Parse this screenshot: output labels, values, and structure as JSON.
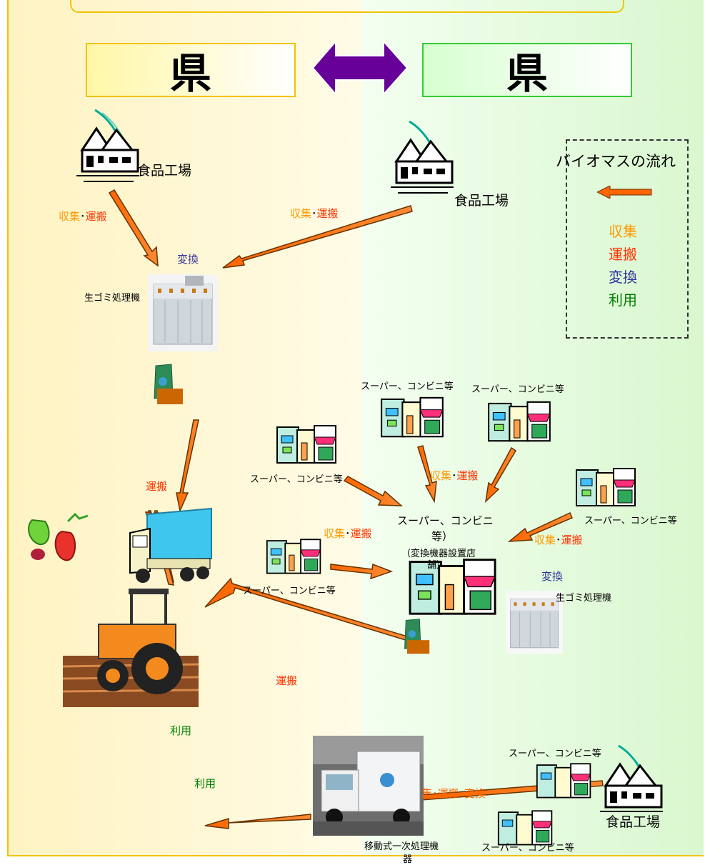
{
  "prefectures": {
    "left": "県",
    "right": "県"
  },
  "legend": {
    "title": "バイオマスの流れ",
    "items": [
      {
        "label": "収集",
        "color": "#ff9900"
      },
      {
        "label": "運搬",
        "color": "#ff3300"
      },
      {
        "label": "変換",
        "color": "#333399"
      },
      {
        "label": "利用",
        "color": "#008000"
      }
    ]
  },
  "labels": {
    "food_factory_left": "食品工場",
    "food_factory_right": "食品工場",
    "food_factory_bottom": "食品工場",
    "collect": "収集",
    "dot": "･",
    "transport": "運搬",
    "convert": "変換",
    "use": "利用",
    "garbage_processor_left": "生ゴミ処理機",
    "garbage_processor_right": "生ゴミ処理機",
    "store": "スーパー、コンビニ等",
    "store_center_line1": "スーパー、コンビニ",
    "store_center_line2": "等）",
    "store_center_line3": "（変換機器設置店",
    "store_center_line4": "舗）",
    "mobile_processor_line1": "移動式一次処理機",
    "mobile_processor_line2": "器",
    "collect_transport_convert_partial": "集･運搬･変換"
  },
  "colors": {
    "arrow": "#ff6600",
    "arrow_edge": "#663300",
    "double_arrow": "#660099"
  }
}
